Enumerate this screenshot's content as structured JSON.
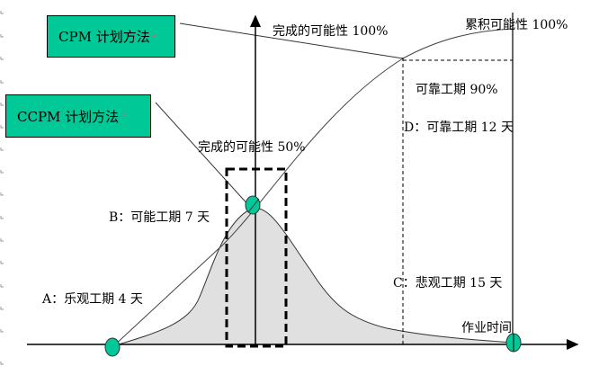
{
  "boxes": {
    "cpm": "CPM 计划方法",
    "ccpm": "CCPM 计划方法"
  },
  "labels": {
    "completion_100": "完成的可能性 100%",
    "cumulative_100": "累积可能性 100%",
    "reliable_90": "可靠工期 90%",
    "d_reliable": "D：可靠工期 12 天",
    "completion_50": "完成的可能性 50%",
    "b_likely": "B：可能工期 7 天",
    "a_optimistic": "A：乐观工期 4 天",
    "c_pessimistic": "C：悲观工期 15 天",
    "x_axis": "作业时间"
  },
  "colors": {
    "node": "#00c896",
    "area": "#e0e0e0"
  }
}
